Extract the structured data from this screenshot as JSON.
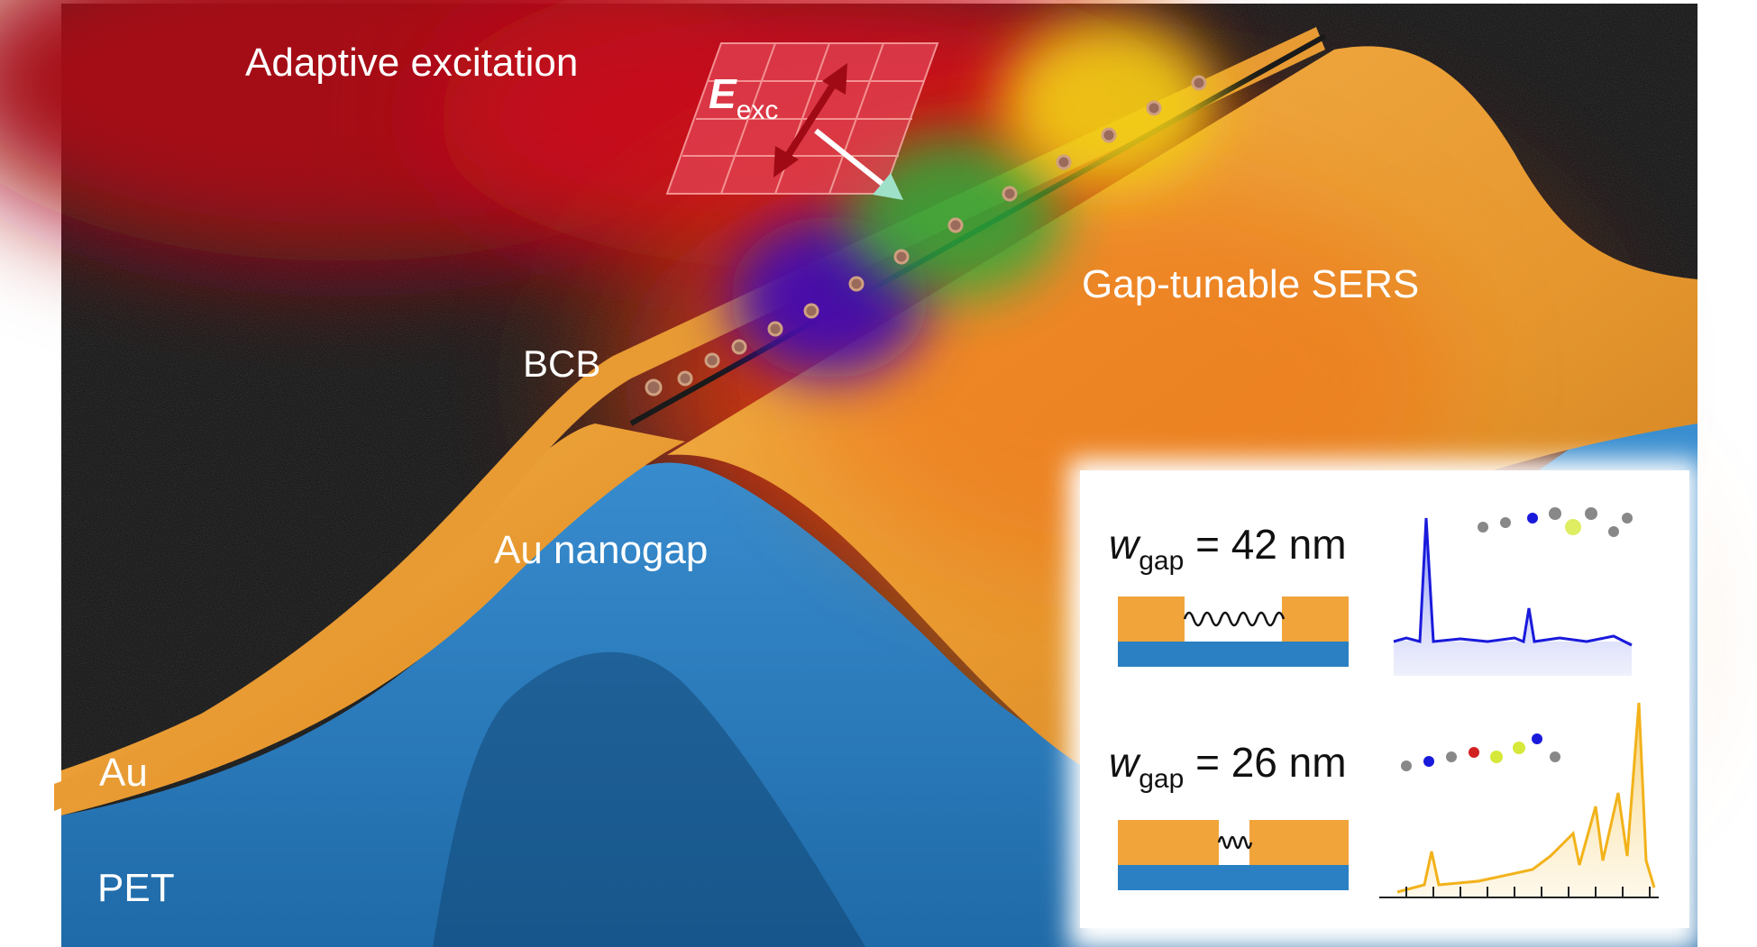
{
  "labels": {
    "adaptive_excitation": "Adaptive excitation",
    "e_symbol": "E",
    "e_subscript": "exc",
    "gap_tunable_sers": "Gap-tunable SERS",
    "bcb": "BCB",
    "au_nanogap": "Au nanogap",
    "au": "Au",
    "pet": "PET"
  },
  "inset": {
    "rows": [
      {
        "w_symbol": "w",
        "w_subscript": "gap",
        "value_text": " = 42 nm",
        "spectrum_color": "#1a1adc"
      },
      {
        "w_symbol": "w",
        "w_subscript": "gap",
        "value_text": " = 26 nm",
        "spectrum_color": "#f2b21a"
      }
    ]
  },
  "colors": {
    "gold": "#f0a43a",
    "pet_blue": "#2a80c2",
    "laser_red": "#c0101a",
    "background": "#0d0d0d"
  }
}
